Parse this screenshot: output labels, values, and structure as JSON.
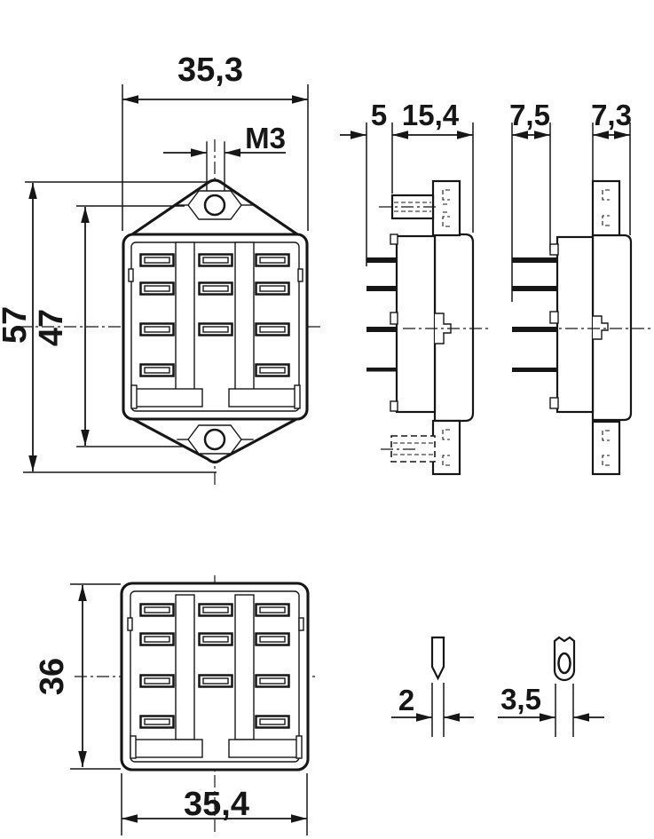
{
  "colors": {
    "ink": "#161616",
    "paper": "#ffffff"
  },
  "labels": {
    "front_width": "35,3",
    "thread": "M3",
    "pin_protrusion": "5",
    "depth": "15,4",
    "side_pin_length": "7,5",
    "side_tab_depth": "7,3",
    "overall_height": "57",
    "hole_spacing": "47",
    "body_height": "36",
    "body_width": "35,4",
    "pin_thickness": "2",
    "pin_width": "3,5"
  }
}
